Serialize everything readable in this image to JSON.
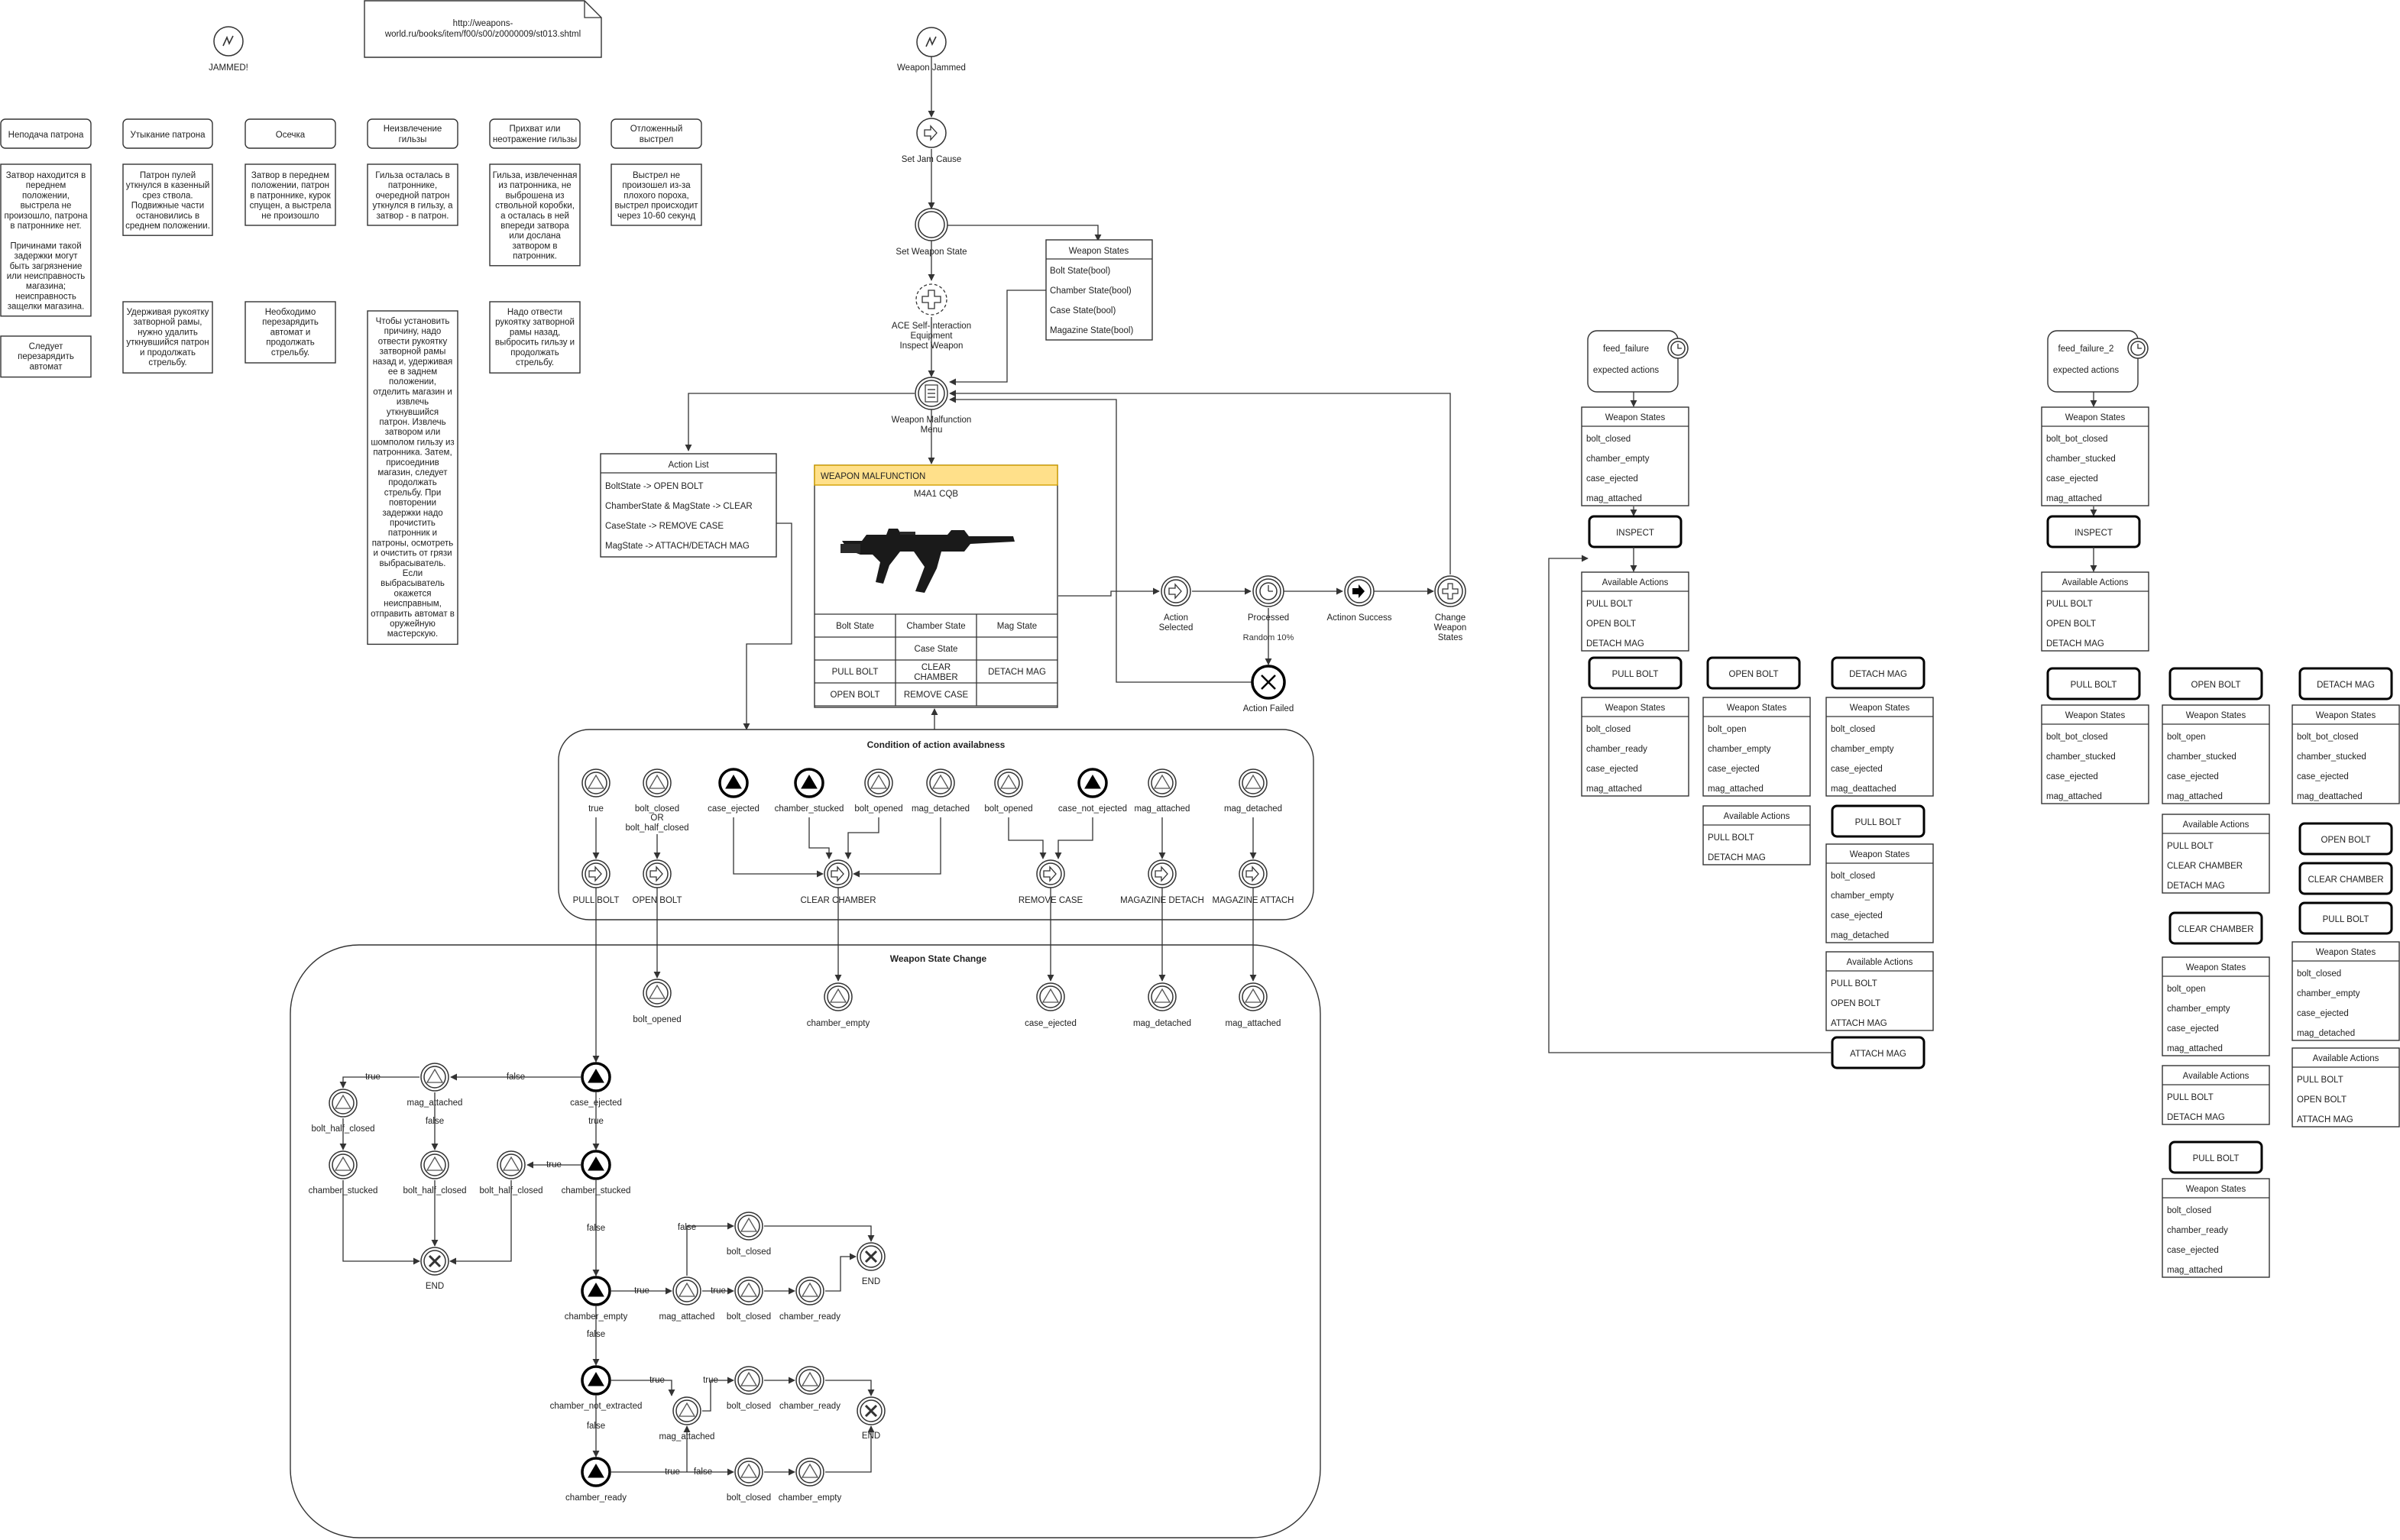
{
  "top": {
    "jammed": "JAMMED!",
    "url_l1": "http://weapons-",
    "url_l2": "world.ru/books/item/f00/s00/z0000009/st013.shtml"
  },
  "cols": [
    {
      "title": "Неподача патрона",
      "desc": [
        "Затвор находится в",
        "переднем",
        "положении,",
        "выстрела не",
        "произошло, патрона",
        "в патроннике нет.",
        "",
        "Причинами такой",
        "задержки могут",
        "быть загрязнение",
        "или неисправность",
        "магазина;",
        "неисправность",
        "защелки магазина."
      ],
      "fix": [
        "Следует",
        "перезарядить",
        "автомат"
      ]
    },
    {
      "title": "Утыкание патрона",
      "desc": [
        "Патрон пулей",
        "уткнулся в казенный",
        "срез ствола.",
        "Подвижные части",
        "остановились в",
        "среднем положении."
      ],
      "fix": [
        "Удерживая рукоятку",
        "затворной рамы,",
        "нужно удалить",
        "уткнувшийся патрон",
        "и продолжать",
        "стрельбу."
      ]
    },
    {
      "title": "Осечка",
      "desc": [
        "Затвор в переднем",
        "положении, патрон",
        "в патроннике, курок",
        "спущен, а выстрела",
        "не произошло"
      ],
      "fix": [
        "Необходимо",
        "перезарядить",
        "автомат и",
        "продолжать",
        "стрельбу."
      ]
    },
    {
      "title_l1": "Неизвлечение",
      "title_l2": "гильзы",
      "desc": [
        "Гильза осталась в",
        "патроннике,",
        "очередной патрон",
        "уткнулся в гильзу, а",
        "затвор - в патрон."
      ],
      "fix": [
        "Чтобы установить",
        "причину, надо",
        "отвести рукоятку",
        "затворной рамы",
        "назад и, удерживая",
        "ее в заднем",
        "положении,",
        "отделить магазин и",
        "извлечь",
        "уткнувшийся",
        "патрон. Извлечь",
        "затвором или",
        "шомполом гильзу из",
        "патронника. Затем,",
        "присоединив",
        "магазин, следует",
        "продолжать",
        "стрельбу. При",
        "повторении",
        "задержки надо",
        "прочистить",
        "патронник и",
        "патроны, осмотреть",
        "и очистить от грязи",
        "выбрасыватель.",
        "Если",
        "выбрасыватель",
        "окажется",
        "неисправным,",
        "отправить автомат в",
        "оружейную",
        "мастерскую."
      ]
    },
    {
      "title_l1": "Прихват или",
      "title_l2": "неотражение гильзы",
      "desc": [
        "Гильза, извлеченная",
        "из патронника, не",
        "выброшена из",
        "ствольной коробки,",
        "а осталась в ней",
        "впереди затвора",
        "или дослана",
        "затвором в",
        "патронник."
      ],
      "fix": [
        "Надо отвести",
        "рукоятку затворной",
        "рамы назад,",
        "выбросить гильзу и",
        "продолжать",
        "стрельбу."
      ]
    },
    {
      "title_l1": "Отложенный",
      "title_l2": "выстрел",
      "desc": [
        "Выстрел не",
        "произошел из-за",
        "плохого пороха,",
        "выстрел происходит",
        "через 10-60 секунд"
      ]
    }
  ],
  "flow": {
    "weapon_jammed": "Weapon Jammed",
    "set_jam_cause": "Set Jam Cause",
    "set_weapon_state": "Set Weapon State",
    "ace_l1": "ACE Self-Interaction",
    "ace_l2": "Equipment",
    "ace_l3": "Inspect Weapon",
    "menu_l1": "Weapon Malfunction",
    "menu_l2": "Menu",
    "action_selected_l1": "Action",
    "action_selected_l2": "Selected",
    "processed": "Processed",
    "random": "Random 10%",
    "action_success": "Actinon Success",
    "action_failed": "Action Failed",
    "change_l1": "Change",
    "change_l2": "Weapon",
    "change_l3": "States"
  },
  "weapon_states": {
    "title": "Weapon States",
    "items": [
      "Bolt State(bool)",
      "Chamber State(bool)",
      "Case State(bool)",
      "Magazine State(bool)"
    ]
  },
  "action_list": {
    "title": "Action List",
    "items": [
      "BoltState -> OPEN BOLT",
      "ChamberState & MagState -> CLEAR",
      "CaseState -> REMOVE CASE",
      "MagState -> ATTACH/DETACH MAG"
    ]
  },
  "malfunction": {
    "title": "WEAPON MALFUNCTION",
    "model": "M4A1 CQB",
    "headers": [
      "Bolt State",
      "Chamber State",
      "Mag State"
    ],
    "case_state": "Case State",
    "buttons": [
      "PULL BOLT",
      "CLEAR",
      "CHAMBER",
      "DETACH MAG",
      "OPEN BOLT",
      "REMOVE CASE"
    ]
  },
  "conditions": {
    "title": "Condition of action availabness",
    "labels": [
      "true",
      "bolt_closed",
      "OR",
      "bolt_half_closed",
      "case_ejected",
      "chamber_stucked",
      "bolt_opened",
      "mag_detached",
      "bolt_opened",
      "case_not_ejected",
      "mag_attached",
      "mag_detached"
    ],
    "actions": [
      "PULL BOLT",
      "OPEN BOLT",
      "CLEAR CHAMBER",
      "REMOVE CASE",
      "MAGAZINE DETACH",
      "MAGAZINE ATTACH"
    ]
  },
  "state_change": {
    "title": "Weapon State Change",
    "results": [
      "bolt_opened",
      "chamber_empty",
      "case_ejected",
      "mag_detached",
      "mag_attached"
    ],
    "true": "true",
    "false": "false",
    "end": "END",
    "nodes": [
      "case_ejected",
      "mag_attached",
      "bolt_half_closed",
      "chamber_stucked",
      "bolt_half_closed",
      "bolt_half_closed",
      "chamber_stucked",
      "chamber_empty",
      "mag_attached",
      "bolt_closed",
      "bolt_closed",
      "chamber_ready",
      "chamber_not_extracted",
      "mag_attached",
      "bolt_closed",
      "chamber_ready",
      "chamber_ready",
      "bolt_closed",
      "chamber_empty",
      "bolt_closed"
    ]
  },
  "scenarios": [
    {
      "name": "feed_failure",
      "sub": "expected actions"
    },
    {
      "name": "feed_failure_2",
      "sub": "expected actions"
    }
  ],
  "sim": {
    "ws": "Weapon States",
    "aa": "Available Actions",
    "inspect": "INSPECT",
    "pull": "PULL BOLT",
    "open": "OPEN BOLT",
    "detach": "DETACH MAG",
    "attach": "ATTACH MAG",
    "clear": "CLEAR CHAMBER",
    "s1": [
      "bolt_closed",
      "chamber_empty",
      "case_ejected",
      "mag_attached"
    ],
    "s1b": [
      "bolt_closed",
      "chamber_ready",
      "case_ejected",
      "mag_attached"
    ],
    "s1c": [
      "bolt_open",
      "chamber_empty",
      "case_ejected",
      "mag_attached"
    ],
    "s1d": [
      "bolt_closed",
      "chamber_empty",
      "case_ejected",
      "mag_deattached"
    ],
    "s1e": [
      "bolt_closed",
      "chamber_empty",
      "case_ejected",
      "mag_detached"
    ],
    "s2": [
      "bolt_bot_closed",
      "chamber_stucked",
      "case_ejected",
      "mag_attached"
    ],
    "s2b": [
      "bolt_bot_closed",
      "chamber_stucked",
      "case_ejected",
      "mag_attached"
    ],
    "s2c": [
      "bolt_open",
      "chamber_stucked",
      "case_ejected",
      "mag_attached"
    ],
    "s2d": [
      "bolt_bot_closed",
      "chamber_stucked",
      "case_ejected",
      "mag_deattached"
    ],
    "s2e": [
      "bolt_open",
      "chamber_empty",
      "case_ejected",
      "mag_attached"
    ],
    "s2f": [
      "bolt_closed",
      "chamber_empty",
      "case_ejected",
      "mag_detached"
    ],
    "s2g": [
      "bolt_closed",
      "chamber_ready",
      "case_ejected",
      "mag_attached"
    ],
    "a1": [
      "PULL BOLT",
      "OPEN BOLT",
      "DETACH MAG"
    ],
    "a2": [
      "PULL BOLT",
      "DETACH MAG"
    ],
    "a3": [
      "PULL BOLT",
      "OPEN BOLT",
      "ATTACH MAG"
    ],
    "a4": [
      "PULL BOLT",
      "CLEAR CHAMBER",
      "DETACH MAG"
    ],
    "a5": [
      "PULL BOLT",
      "DETACH MAG"
    ]
  }
}
